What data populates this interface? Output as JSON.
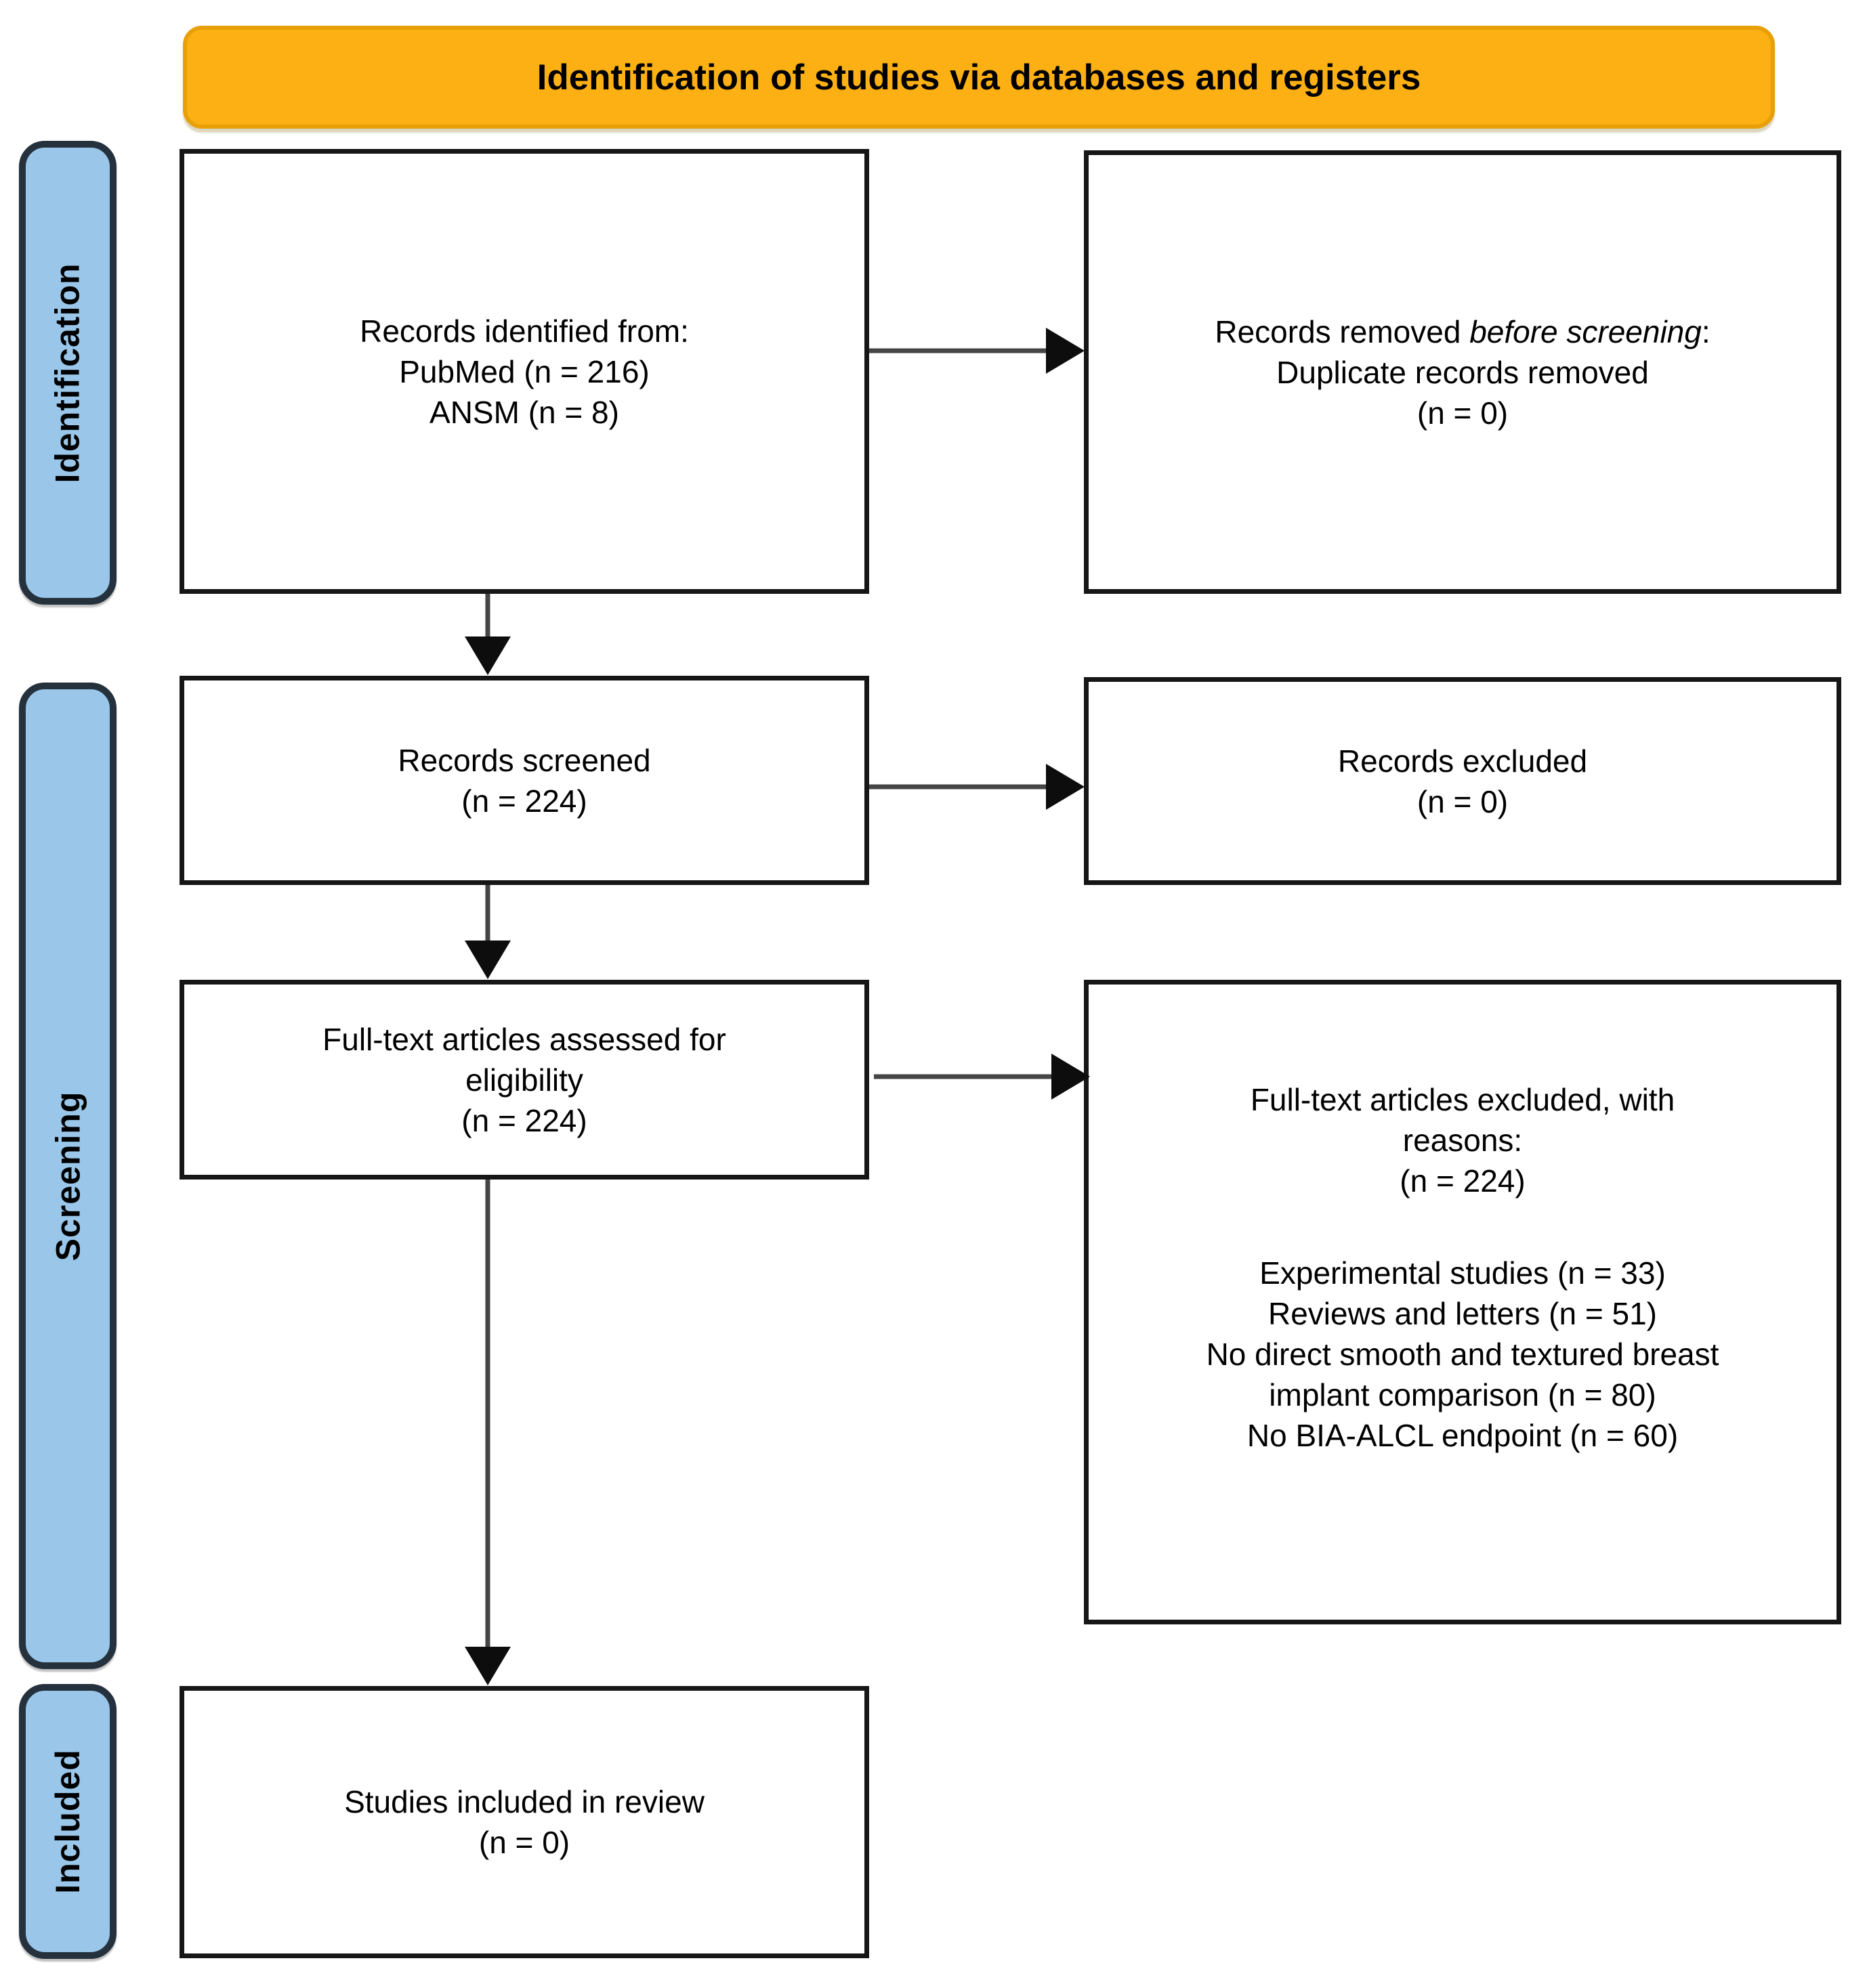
{
  "banner": {
    "title": "Identification of studies via databases and registers"
  },
  "sidebar": {
    "stages": [
      {
        "label": "Identification"
      },
      {
        "label": "Screening"
      },
      {
        "label": "Included"
      }
    ]
  },
  "boxes": {
    "records_identified": {
      "line1": "Records identified from:",
      "line2": "PubMed (n = 216)",
      "line3": "ANSM (n = 8)"
    },
    "records_removed": {
      "prefix": "Records removed ",
      "italic": "before screening",
      "suffix": ":",
      "line2": "Duplicate records removed",
      "line3": "(n = 0)"
    },
    "records_screened": {
      "line1": "Records screened",
      "line2": "(n = 224)"
    },
    "records_excluded": {
      "line1": "Records excluded",
      "line2": "(n = 0)"
    },
    "fulltext_assessed": {
      "line1": "Full-text articles assessed for eligibility",
      "line2": "(n = 224)"
    },
    "fulltext_excluded": {
      "heading": "Full-text articles excluded, with reasons:",
      "count": "(n = 224)",
      "reasons": [
        "Experimental studies (n = 33)",
        "Reviews and letters (n = 51)",
        "No direct smooth and textured breast implant comparison (n = 80)",
        "No BIA-ALCL endpoint (n = 60)"
      ]
    },
    "studies_included": {
      "line1": "Studies included in review",
      "line2": "(n = 0)"
    }
  },
  "colors": {
    "banner_bg": "#FCB013",
    "banner_border": "#E8A008",
    "stage_bg": "#9AC7E9",
    "stage_border": "#25323D",
    "box_border": "#161616",
    "arrow_line": "#454545",
    "arrow_head": "#0D0D0D"
  }
}
